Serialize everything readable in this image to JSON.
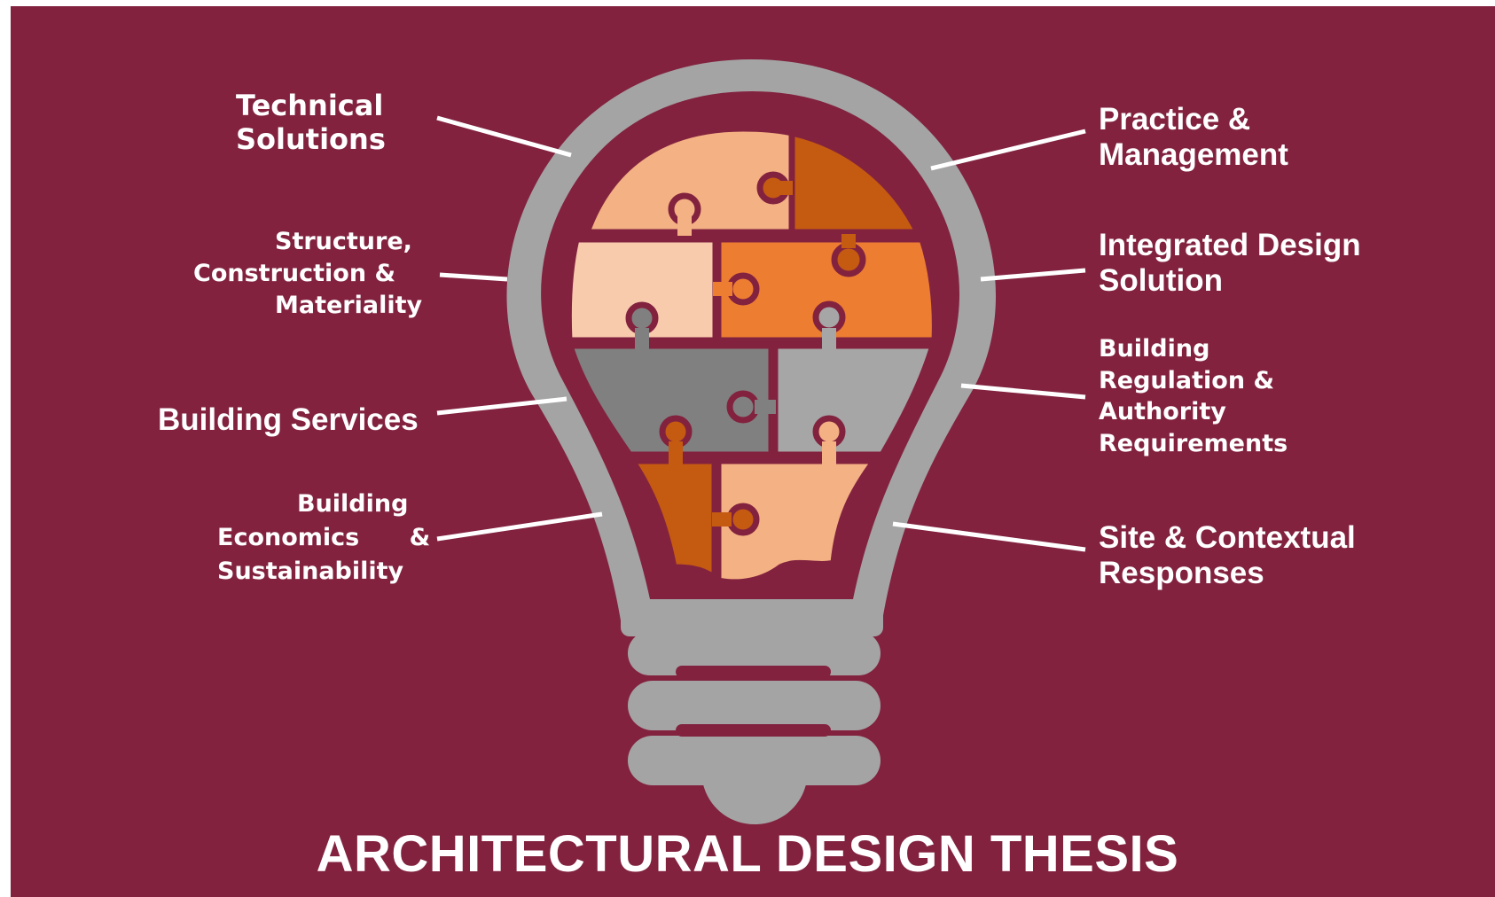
{
  "title": "ARCHITECTURAL DESIGN THESIS",
  "colors": {
    "background": "#82223F",
    "bulb": "#A4A4A4",
    "piece_light_peach": "#F4B183",
    "piece_pale_peach": "#F8CBAD",
    "piece_dark_orange": "#C55A11",
    "piece_orange": "#ED7D31",
    "piece_dark_gray": "#808080",
    "piece_gray": "#A6A6A6",
    "text": "#FFFFFF"
  },
  "left_labels": {
    "technical_solutions": [
      "Technical",
      "Solutions"
    ],
    "structure": [
      "Structure,",
      "Construction &",
      "Materiality"
    ],
    "building_services": [
      "Building Services"
    ],
    "building_economics": [
      "Building",
      "Economics      &",
      "Sustainability"
    ]
  },
  "right_labels": {
    "practice_management": [
      "Practice &",
      "Management"
    ],
    "integrated_design": [
      "Integrated Design",
      "Solution"
    ],
    "building_regulation": [
      "Building",
      "Regulation &",
      "Authority",
      "Requirements"
    ],
    "site_contextual": [
      "Site & Contextual",
      "Responses"
    ]
  }
}
